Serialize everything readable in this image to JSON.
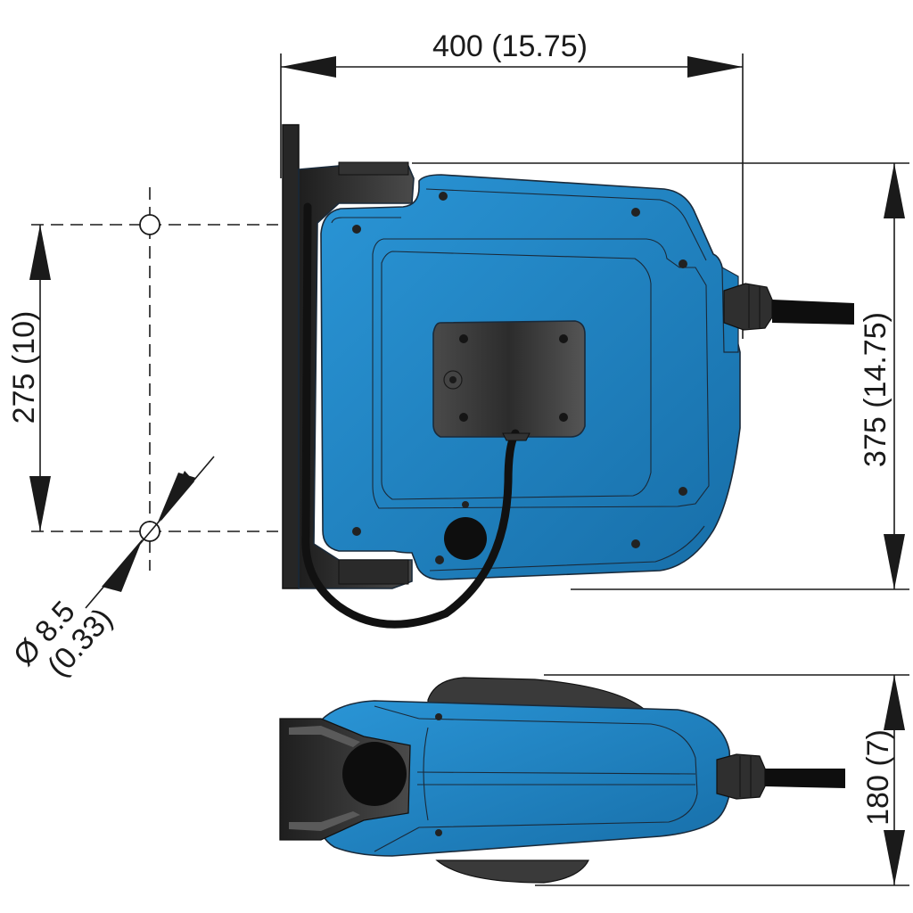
{
  "dimensions": {
    "width": "400 (15.75)",
    "height": "375 (14.75)",
    "hole_spacing": "275 (10)",
    "hole_diameter_line1": "Ø 8.5",
    "hole_diameter_line2": "(0.33)",
    "depth": "180 (7)"
  },
  "colors": {
    "housing_blue": "#1f86c8",
    "housing_blue_dark": "#176ea8",
    "bracket_dark": "#2e2e2e",
    "cable_black": "#111111",
    "panel_grey": "#3a3a3a"
  },
  "views": [
    "front-view",
    "top-view"
  ]
}
